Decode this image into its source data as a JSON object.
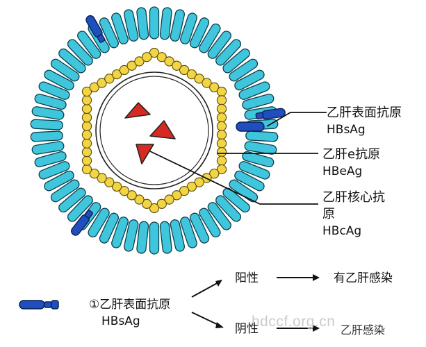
{
  "labels": {
    "surface_antigen_cn": "乙肝表面抗原",
    "surface_antigen_en": "HBsAg",
    "e_antigen_cn": "乙肝e抗原",
    "e_antigen_en": "HBeAg",
    "core_antigen_cn_1": "乙肝核心抗",
    "core_antigen_cn_2": "原",
    "core_antigen_en": "HBcAg"
  },
  "flow": {
    "item_cn": "①乙肝表面抗原",
    "item_en": "HBsAg",
    "positive": "阳性",
    "positive_result": "有乙肝感染",
    "negative": "阴性",
    "negative_result_partial": "乙肝感染"
  },
  "watermark": "hdccf.org.cn",
  "colors": {
    "envelope": "#3fc6dc",
    "envelope_stroke": "#0e3d4a",
    "core": "#f2d544",
    "core_stroke": "#5a4a06",
    "surface_antigen": "#1f4fbf",
    "dna_triangles": "#d42a22",
    "lines": "#111111"
  }
}
